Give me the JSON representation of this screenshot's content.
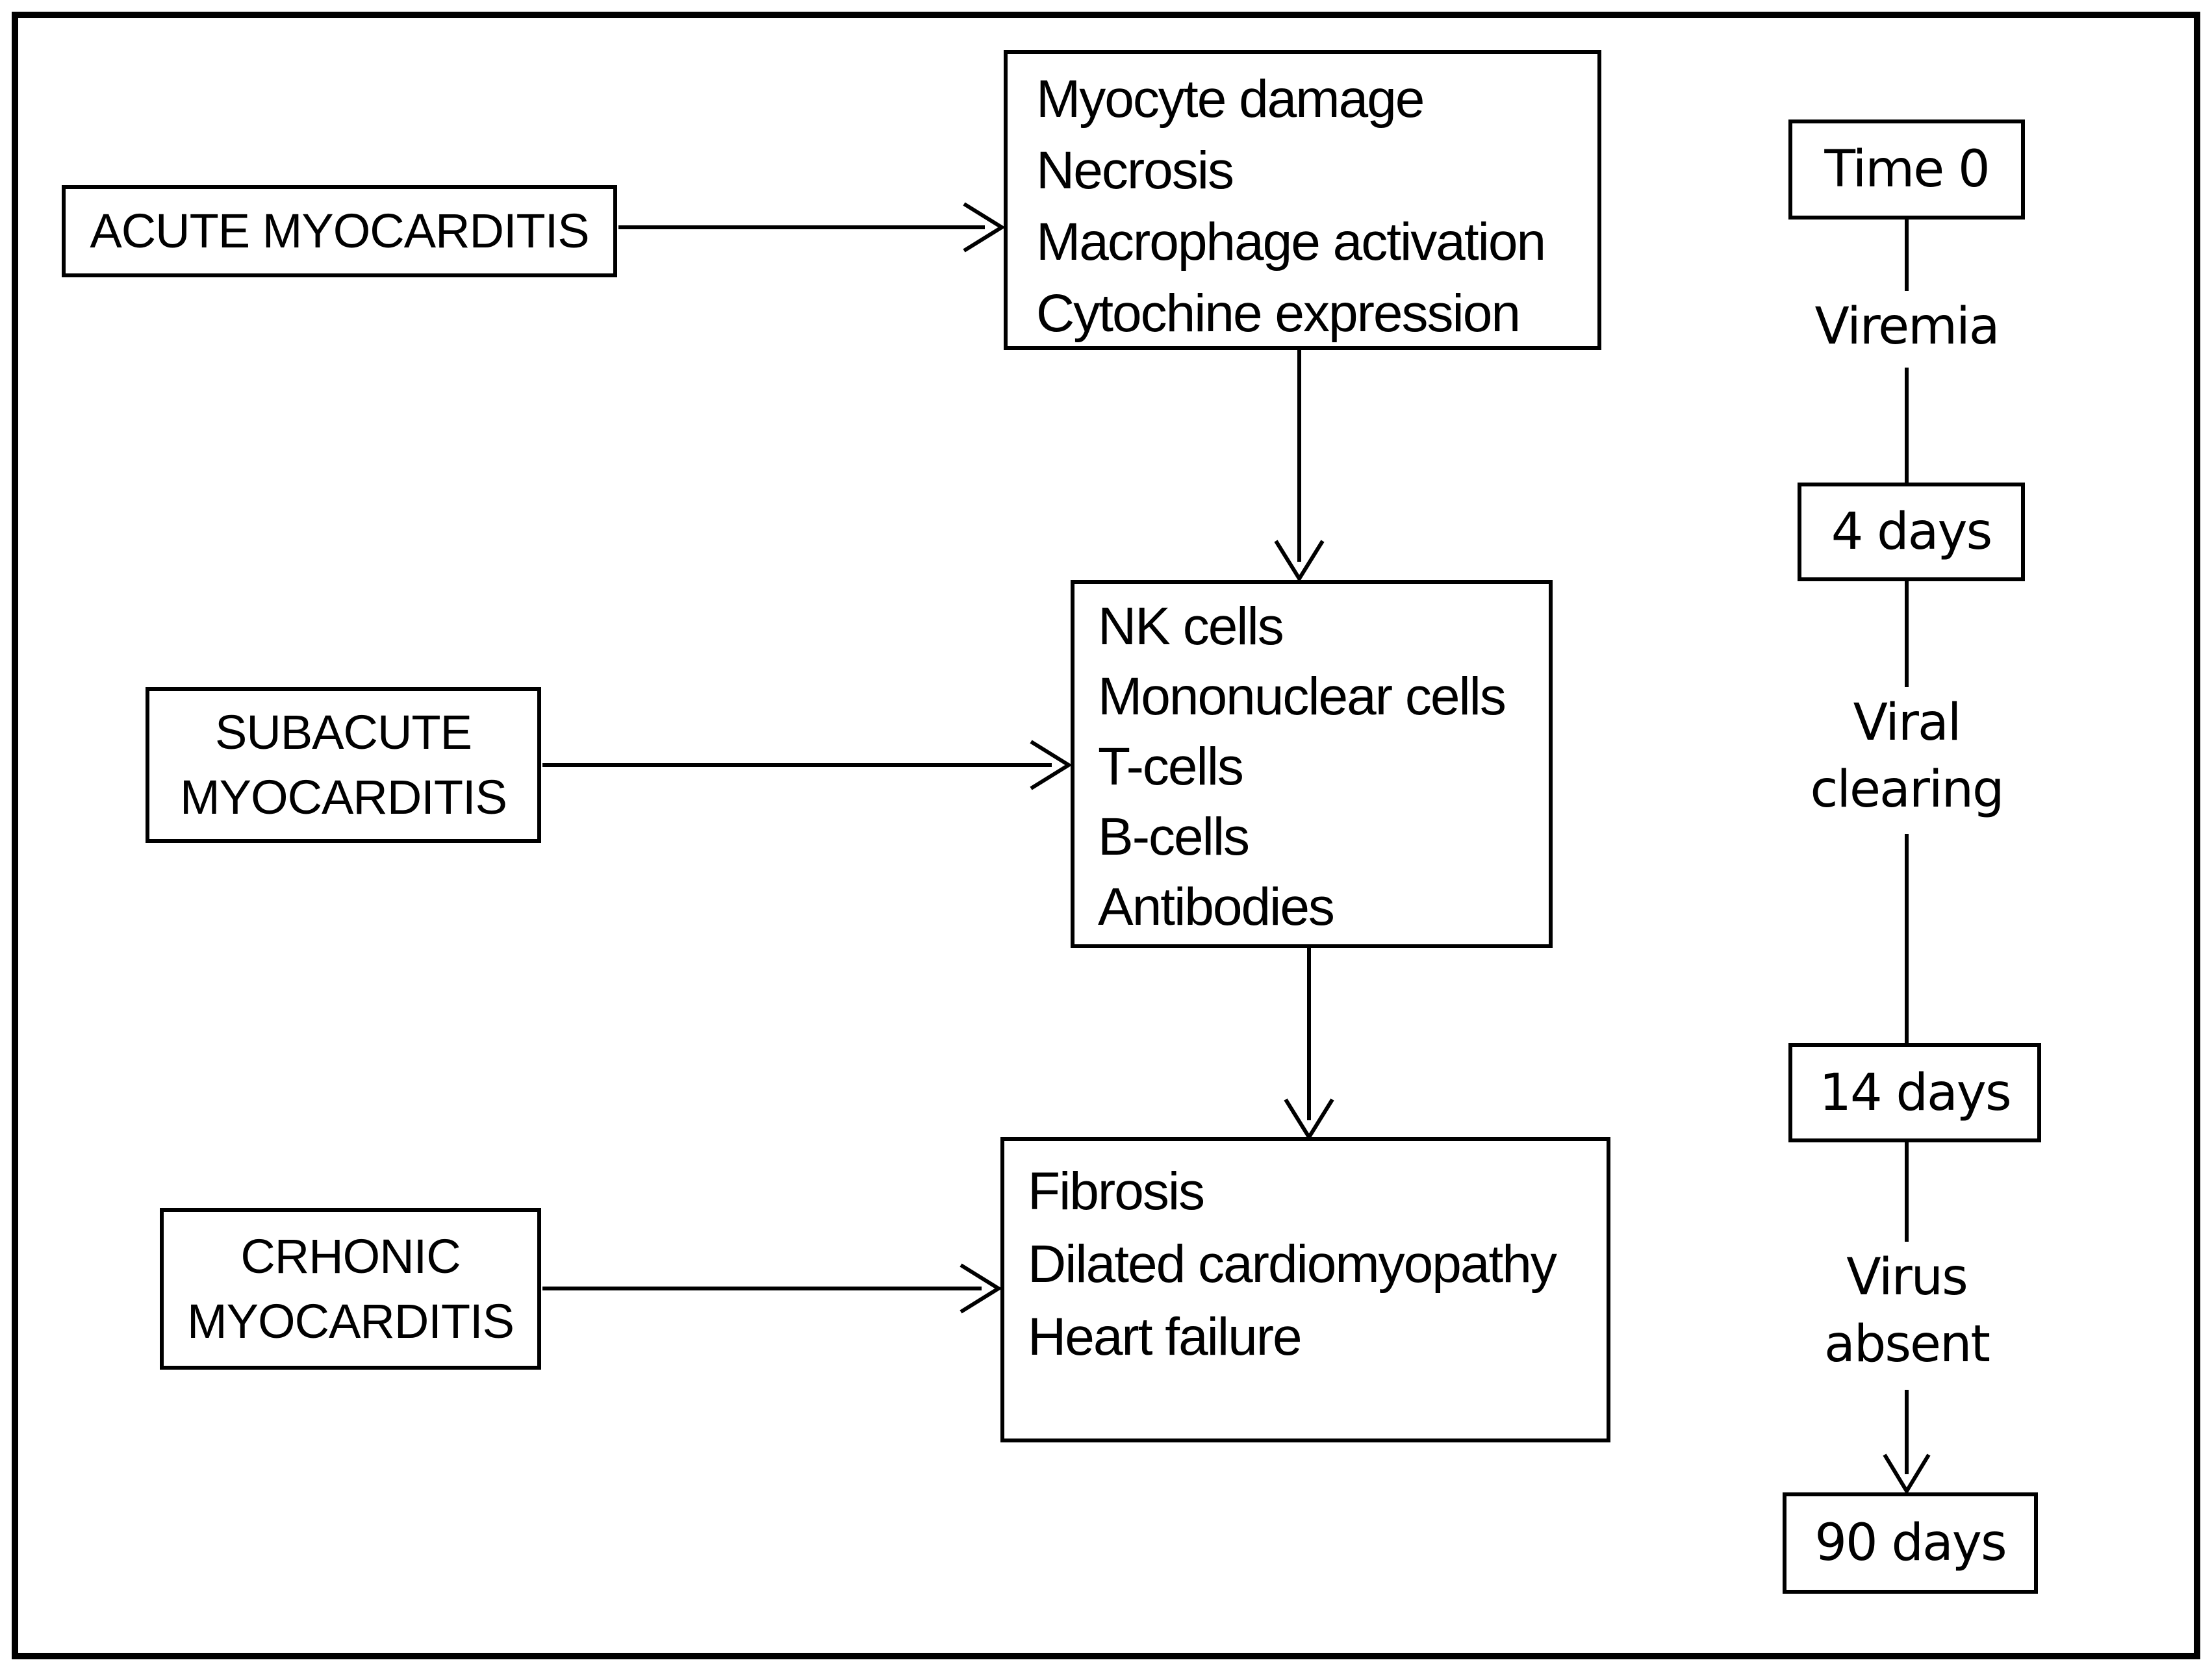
{
  "colors": {
    "ink": "#000000",
    "paper": "#ffffff"
  },
  "flow": {
    "stages": [
      {
        "label": "ACUTE MYOCARDITIS"
      },
      {
        "label": "SUBACUTE MYOCARDITIS"
      },
      {
        "label": "CRHONIC MYOCARDITIS"
      }
    ],
    "processes": [
      {
        "items": [
          "Myocyte damage",
          "Necrosis",
          "Macrophage activation",
          "Cytochine expression"
        ]
      },
      {
        "items": [
          "NK cells",
          "Mononuclear cells",
          "T-cells",
          "B-cells",
          "Antibodies"
        ]
      },
      {
        "items": [
          "Fibrosis",
          "Dilated cardiomyopathy",
          "Heart failure"
        ]
      }
    ]
  },
  "timeline": {
    "milestones": [
      {
        "kind": "box",
        "label": "Time 0"
      },
      {
        "kind": "label",
        "label": "Viremia"
      },
      {
        "kind": "box",
        "label": "4 days"
      },
      {
        "kind": "label",
        "label": "Viral clearing"
      },
      {
        "kind": "box",
        "label": "14 days"
      },
      {
        "kind": "label",
        "label": "Virus absent"
      },
      {
        "kind": "box",
        "label": "90 days"
      }
    ]
  }
}
